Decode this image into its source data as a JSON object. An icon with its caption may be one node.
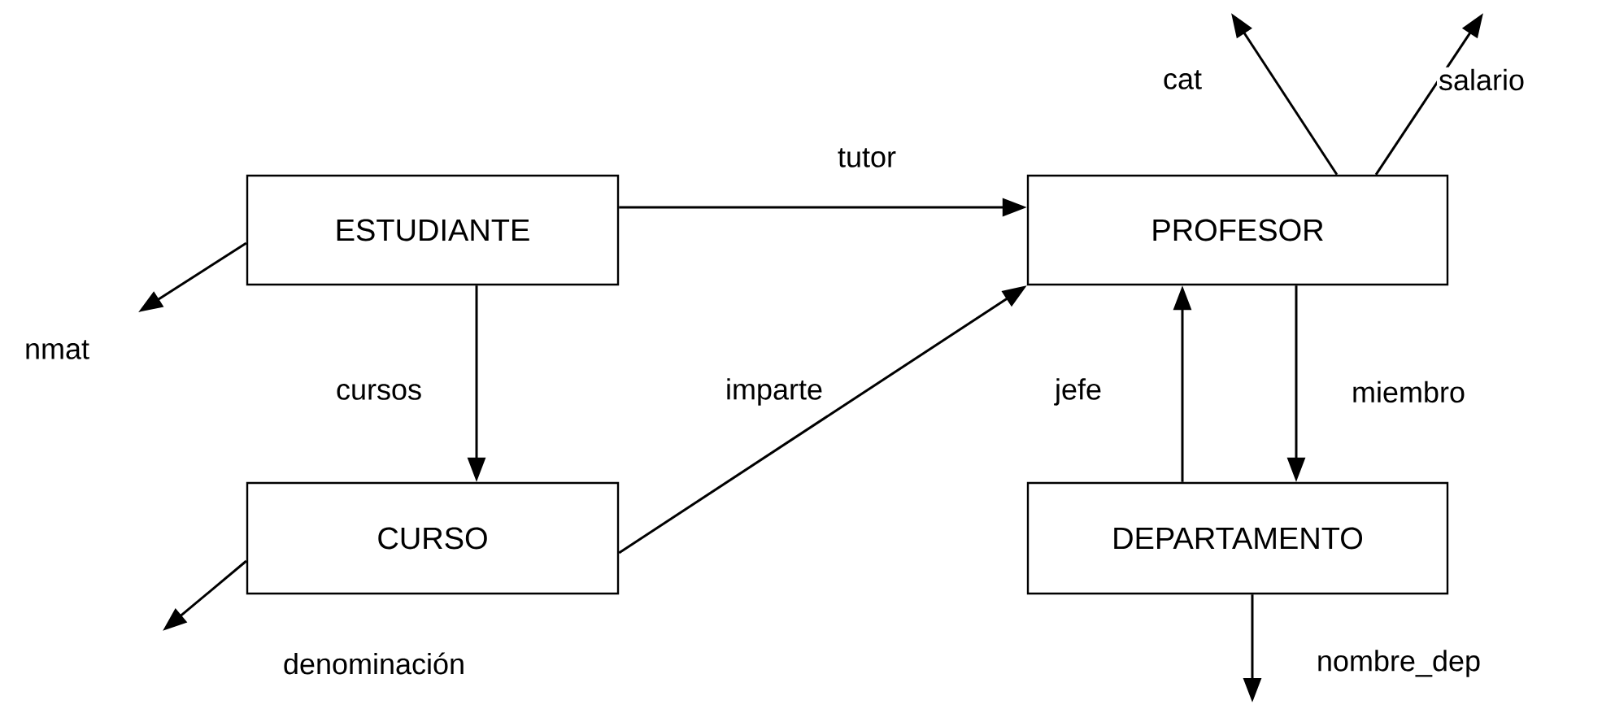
{
  "diagram": {
    "nodes": [
      {
        "text": [
          "ESTUDIANTE"
        ]
      },
      {
        "text": [
          "PROFESOR"
        ]
      },
      {
        "text": [
          "CURSO"
        ]
      },
      {
        "text": [
          "DEPARTAMENTO"
        ]
      }
    ],
    "edges": [
      {
        "from": 0,
        "to": 1,
        "arrow": "to",
        "label": "tutor"
      },
      {
        "from": 0,
        "to": 2,
        "arrow": "to",
        "label": "cursos"
      },
      {
        "from": 2,
        "to": 1,
        "arrow": "to",
        "label": "imparte"
      },
      {
        "from": 3,
        "to": 1,
        "arrow": "to",
        "label": "jefe"
      },
      {
        "from": 1,
        "to": 3,
        "arrow": "to",
        "label": "miembro"
      },
      {
        "from": 0,
        "to": null,
        "arrow": "to",
        "label": "nmat"
      },
      {
        "from": 1,
        "to": null,
        "arrow": "to",
        "label": "cat"
      },
      {
        "from": 1,
        "to": null,
        "arrow": "to",
        "label": "salario"
      },
      {
        "from": 2,
        "to": null,
        "arrow": "to",
        "label": "denominación"
      },
      {
        "from": 3,
        "to": null,
        "arrow": "to",
        "label": "nombre_dep"
      }
    ]
  }
}
